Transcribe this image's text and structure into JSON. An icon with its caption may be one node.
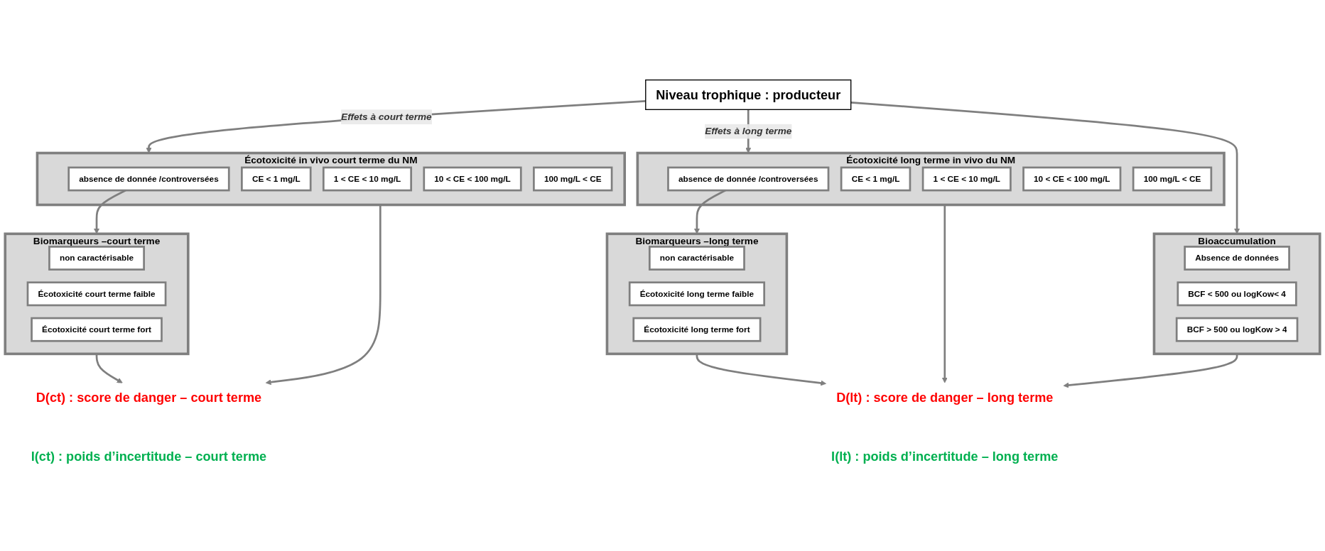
{
  "diagram": {
    "nodes": [
      {
        "text": [
          "Niveau trophique  : producteur"
        ]
      },
      {
        "text": [
          "Écotoxicité in vivo court terme du NM"
        ]
      },
      {
        "text": [
          "absence de donnée /controversées"
        ],
        "in": 1
      },
      {
        "text": [
          "CE < 1 mg/L"
        ],
        "in": 1
      },
      {
        "text": [
          "1 < CE < 10 mg/L"
        ],
        "in": 1
      },
      {
        "text": [
          "10 < CE < 100 mg/L"
        ],
        "in": 1
      },
      {
        "text": [
          "100 mg/L < CE"
        ],
        "in": 1
      },
      {
        "text": [
          "Écotoxicité  long terme in vivo du NM"
        ]
      },
      {
        "text": [
          "absence de donnée /controversées"
        ],
        "in": 7
      },
      {
        "text": [
          "CE < 1 mg/L"
        ],
        "in": 7
      },
      {
        "text": [
          "1 < CE < 10 mg/L"
        ],
        "in": 7
      },
      {
        "text": [
          "10 < CE < 100 mg/L"
        ],
        "in": 7
      },
      {
        "text": [
          "100 mg/L < CE"
        ],
        "in": 7
      },
      {
        "text": [
          "Bioaccumulation"
        ]
      },
      {
        "text": [
          "Absence de données"
        ],
        "in": 13
      },
      {
        "text": [
          "BCF < 500 ou logKow< 4"
        ],
        "in": 13
      },
      {
        "text": [
          "BCF > 500 ou logKow > 4"
        ],
        "in": 13
      },
      {
        "text": [
          "Biomarqueurs –court terme"
        ]
      },
      {
        "text": [
          "non caractérisable"
        ],
        "in": 17
      },
      {
        "text": [
          "Écotoxicité court terme faible"
        ],
        "in": 17
      },
      {
        "text": [
          "Écotoxicité court terme fort"
        ],
        "in": 17
      },
      {
        "text": [
          "Biomarqueurs –long terme"
        ]
      },
      {
        "text": [
          "non caractérisable"
        ],
        "in": 21
      },
      {
        "text": [
          "Écotoxicité long terme faible"
        ],
        "in": 21
      },
      {
        "text": [
          "Écotoxicité long terme fort"
        ],
        "in": 21
      },
      {
        "text": [
          "D(ct) : score de danger – court terme"
        ]
      },
      {
        "text": [
          "I(ct)  : poids d’incertitude – court terme"
        ]
      },
      {
        "text": [
          "D(lt) : score de danger – long terme"
        ]
      },
      {
        "text": [
          "I(lt)  : poids d’incertitude – long terme"
        ]
      }
    ],
    "edges": [
      {
        "from": 0,
        "to": 1,
        "arrow": "to",
        "label": "Effets à court terme"
      },
      {
        "from": 0,
        "to": 7,
        "arrow": "to",
        "label": "Effets à long terme"
      },
      {
        "from": 0,
        "to": 13,
        "arrow": "to"
      },
      {
        "from": 2,
        "to": 17,
        "arrow": "to"
      },
      {
        "from": 8,
        "to": 21,
        "arrow": "to"
      },
      {
        "from": 1,
        "to": 25,
        "arrow": "to"
      },
      {
        "from": 17,
        "to": 25,
        "arrow": "to"
      },
      {
        "from": 7,
        "to": 27,
        "arrow": "to"
      },
      {
        "from": 13,
        "to": 27,
        "arrow": "to"
      },
      {
        "from": 21,
        "to": 27,
        "arrow": "to"
      }
    ]
  }
}
